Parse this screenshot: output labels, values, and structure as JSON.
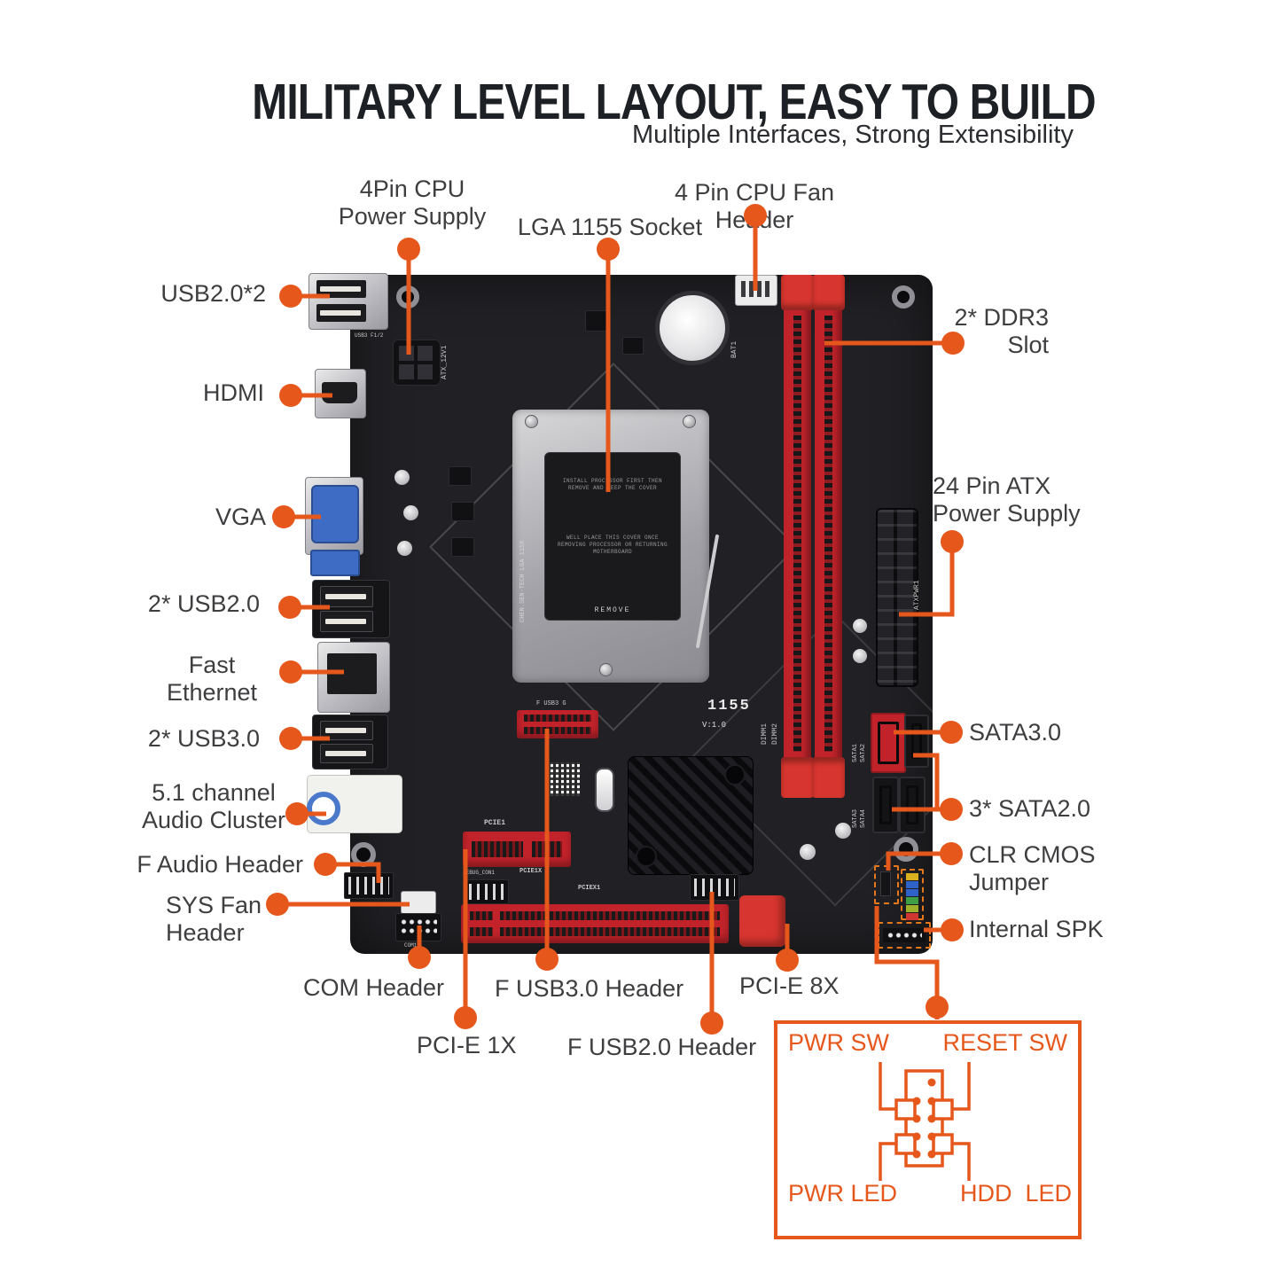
{
  "header": {
    "title": "MILITARY LEVEL LAYOUT, EASY TO BUILD",
    "subtitle": "Multiple Interfaces, Strong Extensibility"
  },
  "callouts": {
    "cpu_power": {
      "label": "4Pin CPU\nPower Supply"
    },
    "lga_socket": {
      "label": "LGA 1155 Socket"
    },
    "cpu_fan": {
      "label": "4 Pin CPU Fan Header"
    },
    "usb2x2": {
      "label": "USB2.0*2"
    },
    "hdmi": {
      "label": "HDMI"
    },
    "vga": {
      "label": "VGA"
    },
    "usb20": {
      "label": "2* USB2.0"
    },
    "ethernet": {
      "label": "Fast\nEthernet"
    },
    "usb30": {
      "label": "2* USB3.0"
    },
    "audio": {
      "label": "5.1 channel\nAudio Cluster"
    },
    "f_audio": {
      "label": "F Audio Header"
    },
    "sys_fan": {
      "label": "SYS Fan\nHeader"
    },
    "com": {
      "label": "COM Header"
    },
    "pcie_1x": {
      "label": "PCI-E 1X"
    },
    "f_usb30": {
      "label": "F USB3.0 Header"
    },
    "pcie_8x": {
      "label": "PCI-E 8X"
    },
    "f_usb20": {
      "label": "F USB2.0 Header"
    },
    "ddr3": {
      "label": "2* DDR3\nSlot"
    },
    "atx24": {
      "label": "24 Pin ATX\nPower Supply"
    },
    "sata30": {
      "label": "SATA3.0"
    },
    "sata20": {
      "label": "3* SATA2.0"
    },
    "clr_cmos": {
      "label": "CLR CMOS\nJumper"
    },
    "internal_spk": {
      "label": "Internal SPK"
    }
  },
  "front_panel": {
    "pwr_sw": "PWR SW",
    "reset_sw": "RESET SW",
    "pwr_led": "PWR LED",
    "hdd_led": "HDD  LED"
  },
  "board": {
    "silkscreen": {
      "atx12v": "ATX_12V1",
      "bat": "BAT1",
      "usb3f": "USB3 F1/2",
      "model": "1155",
      "version": "V:1.0",
      "dimm1": "DIMM1",
      "dimm2": "DIMM2",
      "atxpwr": "ATXPWR1",
      "sata1": "SATA1",
      "sata2": "SATA2",
      "sata3": "SATA3",
      "sata4": "SATA4",
      "fusb3": "F USB3 G",
      "pcie1": "PCIE1",
      "debug": "DEBUG_CON1",
      "pcie1x": "PCIE1X",
      "pciex1": "PCIEX1",
      "com": "COM1",
      "socket_side": "CHEN.SEN-TECH LGA 115X",
      "cover_line1": "INSTALL PROCESSOR FIRST THEN REMOVE AND KEEP THE COVER",
      "cover_line2": "WELL PLACE THIS COVER ONCE REMOVING PROCESSOR OR RETURNING MOTHERBOARD",
      "remove": "REMOVE"
    }
  },
  "colors": {
    "accent": "#e6571c",
    "slot_red": "#c2232b",
    "vga_blue": "#3e6cc4",
    "pcb": "#212125"
  }
}
